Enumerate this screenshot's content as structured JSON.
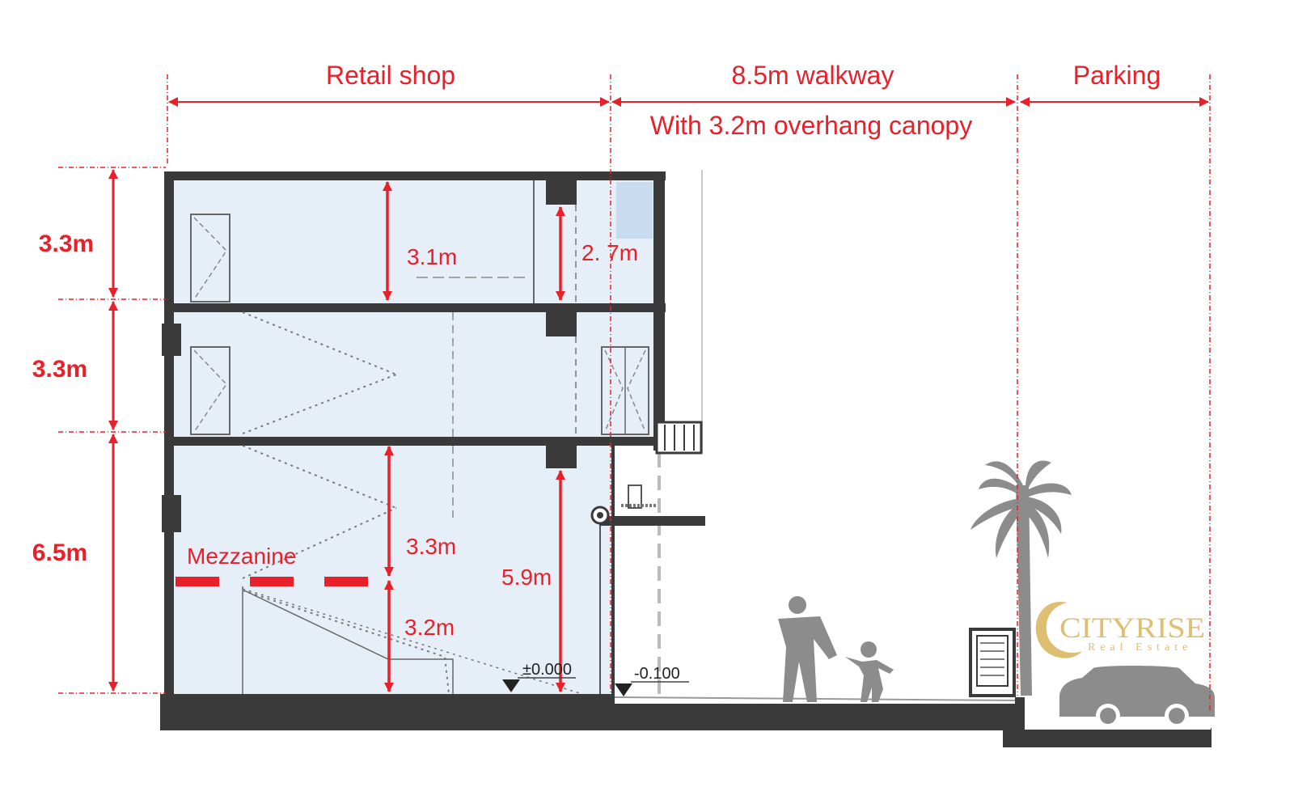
{
  "zones": {
    "retail": "Retail shop",
    "walkway": "8.5m walkway",
    "canopy": "With 3.2m overhang canopy",
    "parking": "Parking"
  },
  "floor_heights": [
    "3.3m",
    "3.3m",
    "6.5m"
  ],
  "clear_heights": {
    "top_main": "3.1m",
    "top_beam": "2. 7m",
    "ground_upper": "3.3m",
    "ground_lower": "3.2m",
    "ground_beam": "5.9m"
  },
  "mezzanine": "Mezzanine",
  "levels": {
    "inside": "±0.000",
    "outside": "-0.100"
  },
  "watermark": {
    "brand": "CITYRISE",
    "tagline": "Real Estate"
  },
  "colors": {
    "dimension": "#e8202a",
    "interior": "#e6eef8",
    "structure": "#3a3a3a",
    "silhouette": "#8c8c8c",
    "watermark": "#d9b45a"
  }
}
